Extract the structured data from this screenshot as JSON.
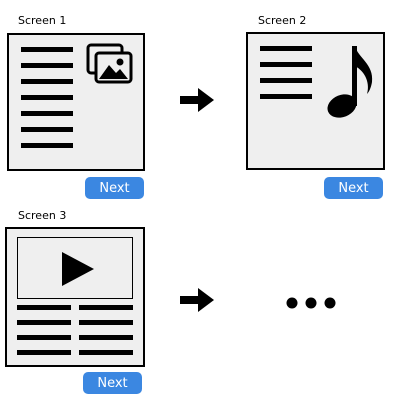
{
  "screens": [
    {
      "title": "Screen 1",
      "button_label": "Next",
      "icons": [
        "text-lines-icon",
        "image-gallery-icon"
      ]
    },
    {
      "title": "Screen 2",
      "button_label": "Next",
      "icons": [
        "text-lines-icon",
        "music-note-icon"
      ]
    },
    {
      "title": "Screen 3",
      "button_label": "Next",
      "icons": [
        "video-play-icon",
        "two-column-text-icon"
      ]
    }
  ],
  "connectors": [
    "right-arrow-icon",
    "right-arrow-icon"
  ],
  "continuation": {
    "icon": "ellipsis-icon"
  },
  "colors": {
    "button": "#3b87e1",
    "screen_fill": "#efefef",
    "stroke": "#000000"
  }
}
